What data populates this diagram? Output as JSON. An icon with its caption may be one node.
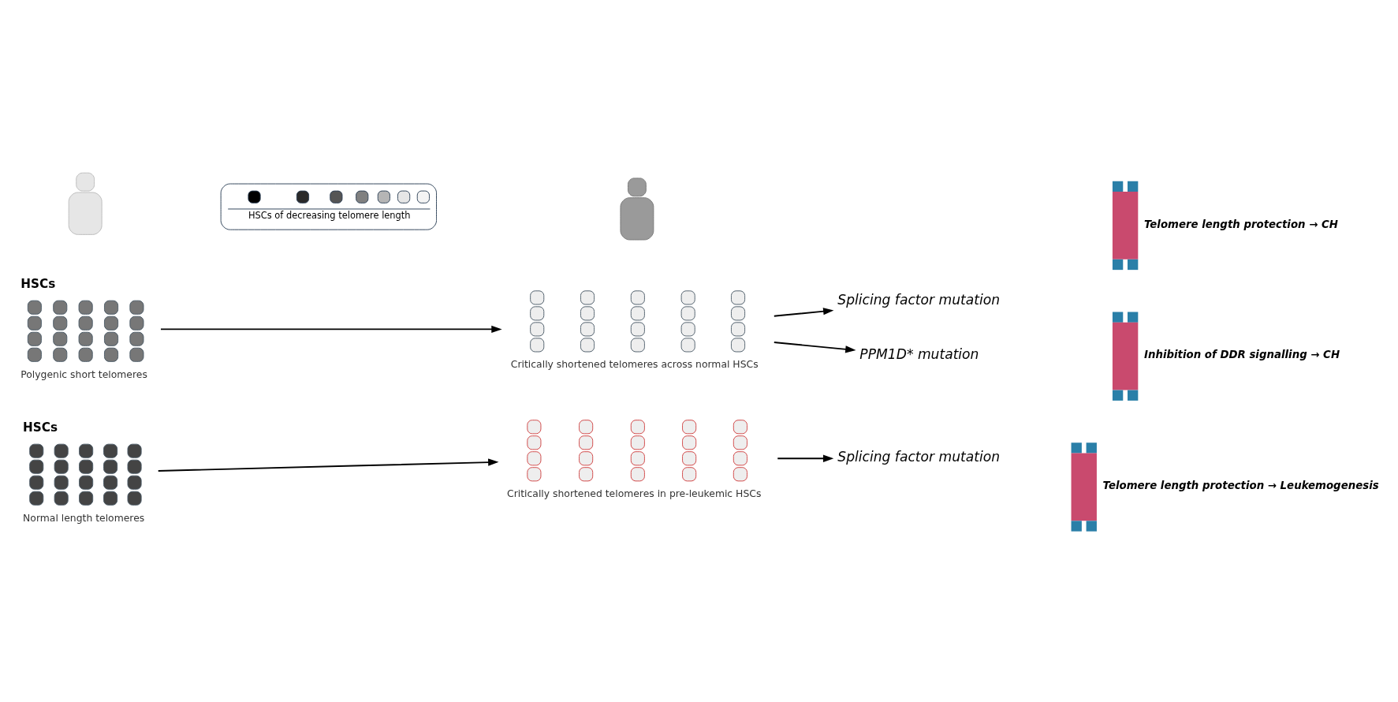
{
  "diagram": {
    "nodes": [
      {
        "text": [],
        "shape": "person"
      },
      {
        "text": [],
        "shape": "person"
      },
      {
        "text": [
          "HSCs"
        ],
        "beside": [
          "Polygenic short telomeres"
        ]
      },
      {
        "text": [],
        "shape": "circle",
        "beside": [
          "Critically shortened telomeres across normal HSCs"
        ]
      },
      {
        "text": [
          "Splicing factor mutation"
        ]
      },
      {
        "text": [
          "PPM1D* mutation"
        ]
      },
      {
        "text": [],
        "shape": "box",
        "beside": [
          "Telomere length protection → CH"
        ]
      },
      {
        "text": [],
        "shape": "box",
        "beside": [
          "Inhibition of DDR signalling → CH"
        ]
      },
      {
        "text": [
          "HSCs"
        ],
        "beside": [
          "Normal length telomeres"
        ]
      },
      {
        "text": [],
        "shape": "circle",
        "beside": [
          "Critically shortened telomeres in pre-leukemic HSCs"
        ]
      },
      {
        "text": [
          "Splicing factor mutation"
        ]
      },
      {
        "text": [],
        "shape": "box",
        "beside": [
          "Telomere length protection → Leukemogenesis"
        ]
      }
    ],
    "edges": [
      {
        "from": 2,
        "to": 3,
        "arrow": "to"
      },
      {
        "from": 3,
        "to": 4,
        "arrow": "to"
      },
      {
        "from": 3,
        "to": 5,
        "arrow": "to"
      },
      {
        "from": 8,
        "to": 9,
        "arrow": "to"
      },
      {
        "from": 9,
        "to": 10,
        "arrow": "to"
      }
    ],
    "legend": [
      {
        "text": "HSCs of decreasing telomere length"
      }
    ]
  }
}
